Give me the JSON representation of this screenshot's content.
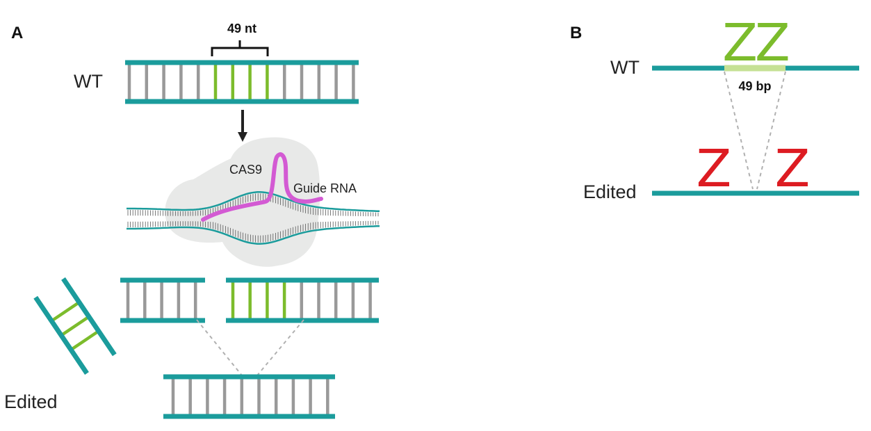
{
  "panel_a": {
    "label": "A",
    "segment_length": "49 nt",
    "wt_label": "WT",
    "cas9_label": "CAS9",
    "guide_rna_label": "Guide RNA",
    "edited_label": "Edited"
  },
  "panel_b": {
    "label": "B",
    "wt_label": "WT",
    "edited_label": "Edited",
    "deletion_length": "49 bp",
    "wt_glyphs": "ZZ",
    "edited_glyph_left": "Z",
    "edited_glyph_right": "Z"
  },
  "colors": {
    "backbone": "#1b9c9c",
    "rung": "#999999",
    "target_rung": "#7cbc2c",
    "guide_rna": "#d35ad3",
    "cas9_blob": "#e8e9e8",
    "deleted_segment": "#c5e195",
    "edited_z": "#dd1c22",
    "dashed_line": "#b0b0b0"
  }
}
